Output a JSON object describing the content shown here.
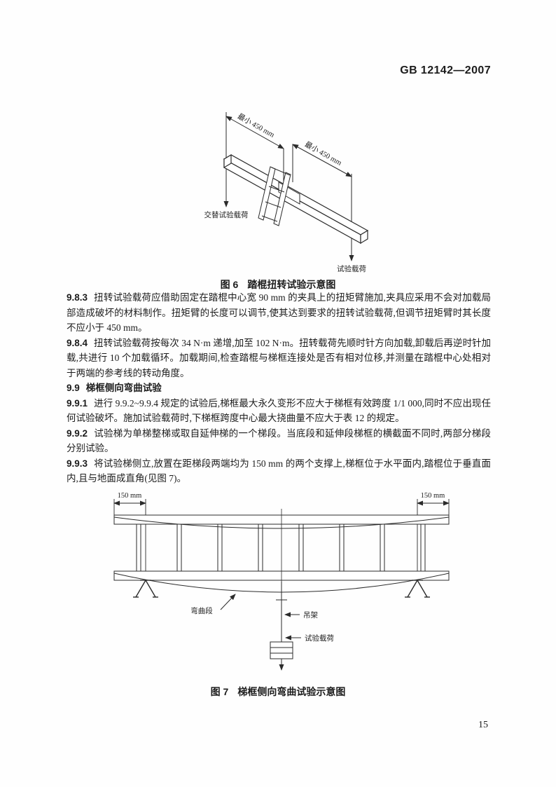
{
  "page": {
    "standard_number": "GB 12142—2007",
    "page_number": "15"
  },
  "figure6": {
    "caption_label": "图 6",
    "caption_title": "踏棍扭转试验示意图",
    "labels": {
      "dim_left": "最小 450 mm",
      "dim_right": "最小 450 mm",
      "alternating_load": "交替试验载荷",
      "test_load": "试验载荷"
    }
  },
  "figure7": {
    "caption_label": "图 7",
    "caption_title": "梯框侧向弯曲试验示意图",
    "labels": {
      "dim_left": "150 mm",
      "dim_right": "150 mm",
      "bend_segment": "弯曲段",
      "hanger": "吊架",
      "test_load": "试验载荷"
    }
  },
  "clauses": [
    {
      "id": "9.8.3",
      "text": "扭转试验载荷应借助固定在踏棍中心宽 90 mm 的夹具上的扭矩臂施加,夹具应采用不会对加载局部造成破坏的材料制作。扭矩臂的长度可以调节,使其达到要求的扭转试验载荷,但调节扭矩臂时其长度不应小于 450 mm。"
    },
    {
      "id": "9.8.4",
      "text": "扭转试验载荷按每次 34 N·m 递增,加至 102 N·m。扭转载荷先顺时针方向加载,卸载后再逆时针加载,共进行 10 个加载循环。加载期间,检查踏棍与梯框连接处是否有相对位移,并测量在踏棍中心处相对于两端的参考线的转动角度。"
    },
    {
      "id": "9.9",
      "text": "梯框侧向弯曲试验"
    },
    {
      "id": "9.9.1",
      "text": "进行 9.9.2~9.9.4 规定的试验后,梯框最大永久变形不应大于梯框有效跨度 1/1 000,同时不应出现任何试验破坏。施加试验载荷时,下梯框跨度中心最大挠曲量不应大于表 12 的规定。"
    },
    {
      "id": "9.9.2",
      "text": "试验梯为单梯整梯或取自延伸梯的一个梯段。当底段和延伸段梯框的横截面不同时,两部分梯段分别试验。"
    },
    {
      "id": "9.9.3",
      "text": "将试验梯侧立,放置在距梯段两端均为 150 mm 的两个支撑上,梯框位于水平面内,踏棍位于垂直面内,且与地面成直角(见图 7)。"
    }
  ]
}
